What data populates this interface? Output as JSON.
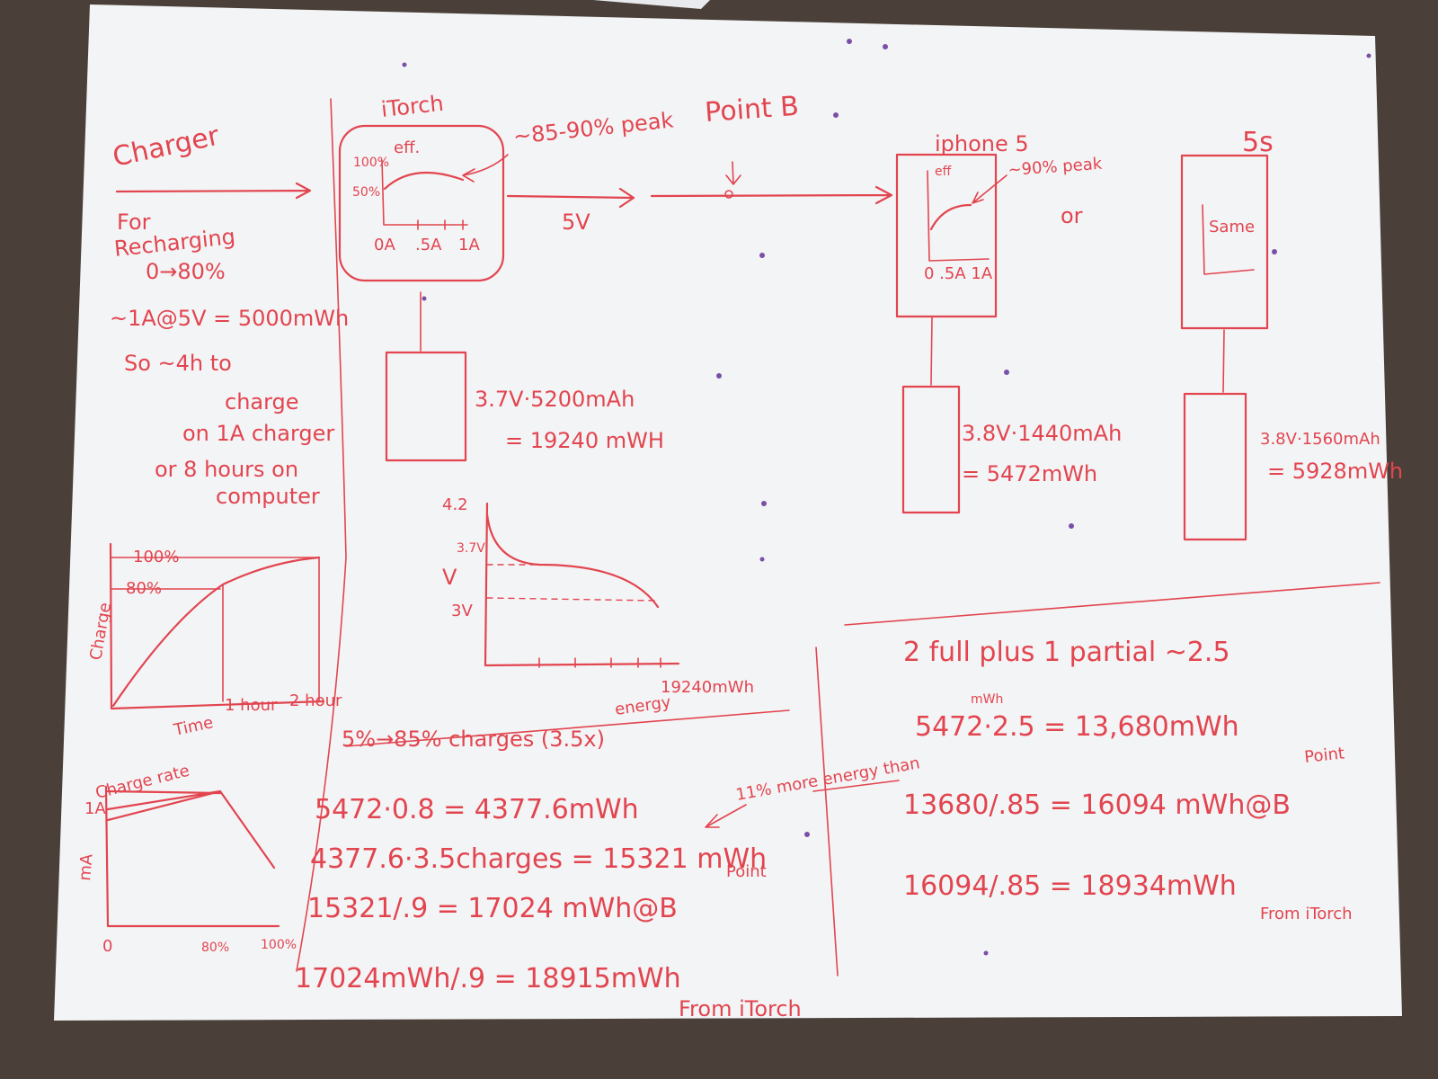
{
  "ink_color": "#e2454f",
  "paper_color": "#f3f4f6",
  "desk_color": "#4a4039",
  "left_notes": {
    "title": "Charger",
    "for": "For",
    "recharging": "Recharging",
    "range": "0→80%",
    "rate_line": "~1A@5V = 5000mWh",
    "so_line": "So ~4h to",
    "charge_word": "charge",
    "on_charger": "on 1A charger",
    "or_hours": "or 8 hours on",
    "computer": "computer"
  },
  "charge_graph": {
    "ylabel": "Charge",
    "y100": "100%",
    "y80": "80%",
    "xlabel": "Time",
    "x1": "1 hour",
    "x2": "2 hour"
  },
  "rate_graph": {
    "title": "Charge rate",
    "ylabel": "mA",
    "y_tick": "1A",
    "x0": "0",
    "x80": "80%",
    "x100": "100%"
  },
  "itorch": {
    "title": "iTorch",
    "eff": "eff.",
    "y100": "100%",
    "y50": "50%",
    "x0": "0A",
    "x5": ".5A",
    "x1": "1A",
    "peak_note": "~85-90% peak",
    "arrow_label": "5V",
    "battery": "3.7V·5200mAh",
    "energy": "= 19240 mWH"
  },
  "point_ab": "Point B",
  "iphone5": {
    "title": "iphone 5",
    "eff": "eff",
    "peak_note": "~90% peak",
    "x_ticks": "0 .5A 1A",
    "or": "or",
    "battery": "3.8V·1440mAh",
    "energy": "= 5472mWh"
  },
  "iphone5s": {
    "title": "5s",
    "same": "Same",
    "battery": "3.8V·1560mAh",
    "energy": "= 5928mWh"
  },
  "discharge_graph": {
    "y42": "4.2",
    "y37": "3.7V",
    "y3": "3V",
    "ylabel": "V",
    "x_end": "19240mWh",
    "x_label": "energy"
  },
  "calc_left": {
    "charges": "5%→85% charges (3.5x)",
    "line1": "5472·0.8 = 4377.6mWh",
    "note": "11% more energy than",
    "line2": "4377.6·3.5charges = 15321 mWh",
    "line3": "15321/.9 = 17024 mWh@B",
    "point_word": "Point",
    "line4": "17024mWh/.9 = 18915mWh",
    "from": "From iTorch"
  },
  "calc_right": {
    "heading": "2 full plus 1 partial ~2.5",
    "unit_note": "mWh",
    "line1": "5472·2.5 = 13,680mWh",
    "point_word": "Point",
    "line2": "13680/.85 = 16094 mWh@B",
    "line3": "16094/.85 = 18934mWh",
    "from": "From iTorch"
  }
}
